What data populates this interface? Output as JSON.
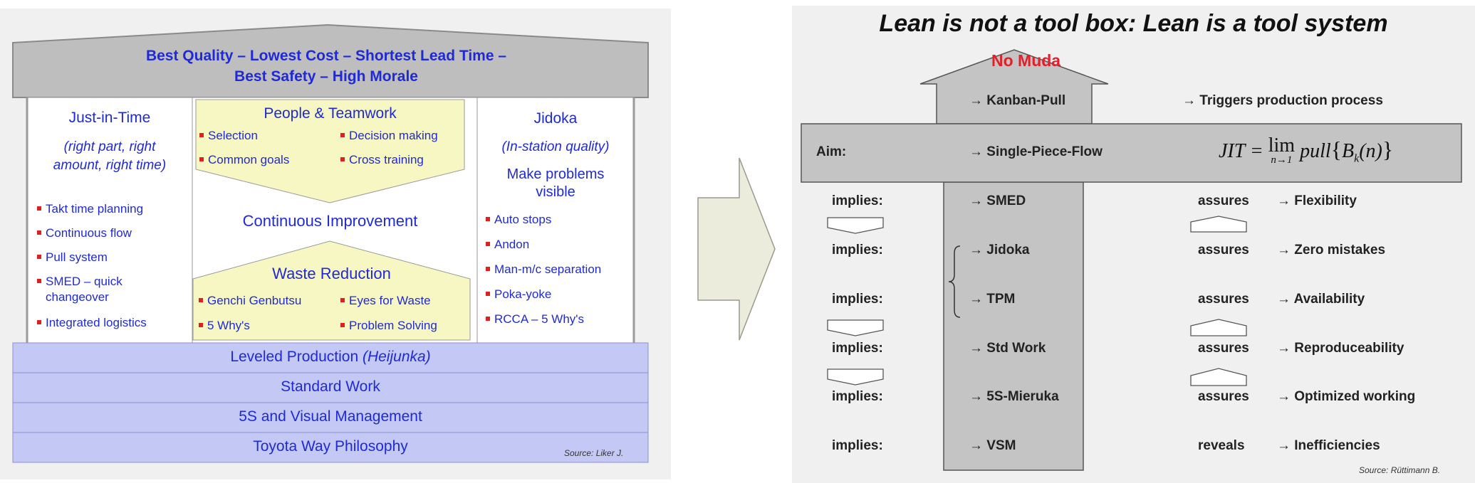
{
  "house": {
    "roof_line1": "Best Quality – Lowest Cost – Shortest Lead Time –",
    "roof_line2": "Best Safety – High Morale",
    "jit": {
      "title": "Just-in-Time",
      "sub1": "(right part, right",
      "sub2": "amount, right time)",
      "items": [
        "Takt time planning",
        "Continuous flow",
        "Pull system",
        "SMED – quick changeover",
        "Integrated logistics"
      ]
    },
    "people": {
      "title": "People & Teamwork",
      "items": [
        "Selection",
        "Decision making",
        "Common goals",
        "Cross training"
      ]
    },
    "ci": "Continuous Improvement",
    "waste": {
      "title": "Waste Reduction",
      "items": [
        "Genchi Genbutsu",
        "Eyes for Waste",
        "5 Why's",
        "Problem Solving"
      ]
    },
    "jidoka": {
      "title": "Jidoka",
      "sub": "(In-station quality)",
      "head1": "Make problems",
      "head2": "visible",
      "items": [
        "Auto stops",
        "Andon",
        "Man-m/c separation",
        "Poka-yoke",
        "RCCA – 5 Why's"
      ]
    },
    "foundation": {
      "leveled": "Leveled Production ",
      "heijunka": "(Heijunka)",
      "standard": "Standard Work",
      "five_s": "5S and Visual Management",
      "toyota": "Toyota Way Philosophy"
    },
    "source": "Source: Liker J."
  },
  "colors": {
    "house_blue": "#1f2ad6",
    "bullet_red": "#e02020",
    "pale_yellow": "#f6f7c2",
    "lavender": "#c4c8f4",
    "roof_grey": "#bebebe",
    "muda_red": "#e0202a"
  },
  "lean": {
    "title": "Lean is not a tool box: Lean is a tool system",
    "no_muda": "No Muda",
    "kanban": "→ Kanban-Pull",
    "triggers": "→ Triggers production process",
    "aim": "Aim:",
    "spf": "→ Single-Piece-Flow",
    "formula": {
      "lhs": "JIT = ",
      "lim": "lim",
      "sub": "n→1",
      "pull": "pull",
      "B": "B",
      "k": "k",
      "n": "(n)"
    },
    "rows": [
      {
        "left": "implies:",
        "tool": "→ SMED",
        "verb": "assures",
        "effect": "→ Flexibility"
      },
      {
        "left": "implies:",
        "tool": "→ Jidoka",
        "verb": "assures",
        "effect": "→ Zero mistakes"
      },
      {
        "left": "implies:",
        "tool": "→ TPM",
        "verb": "assures",
        "effect": "→ Availability"
      },
      {
        "left": "implies:",
        "tool": "→ Std Work",
        "verb": "assures",
        "effect": "→ Reproduceability"
      },
      {
        "left": "implies:",
        "tool": "→ 5S-Mieruka",
        "verb": "assures",
        "effect": "→ Optimized working"
      },
      {
        "left": "implies:",
        "tool": "→ VSM",
        "verb": "reveals",
        "effect": "→ Inefficiencies"
      }
    ],
    "source": "Source: Rüttimann B."
  }
}
